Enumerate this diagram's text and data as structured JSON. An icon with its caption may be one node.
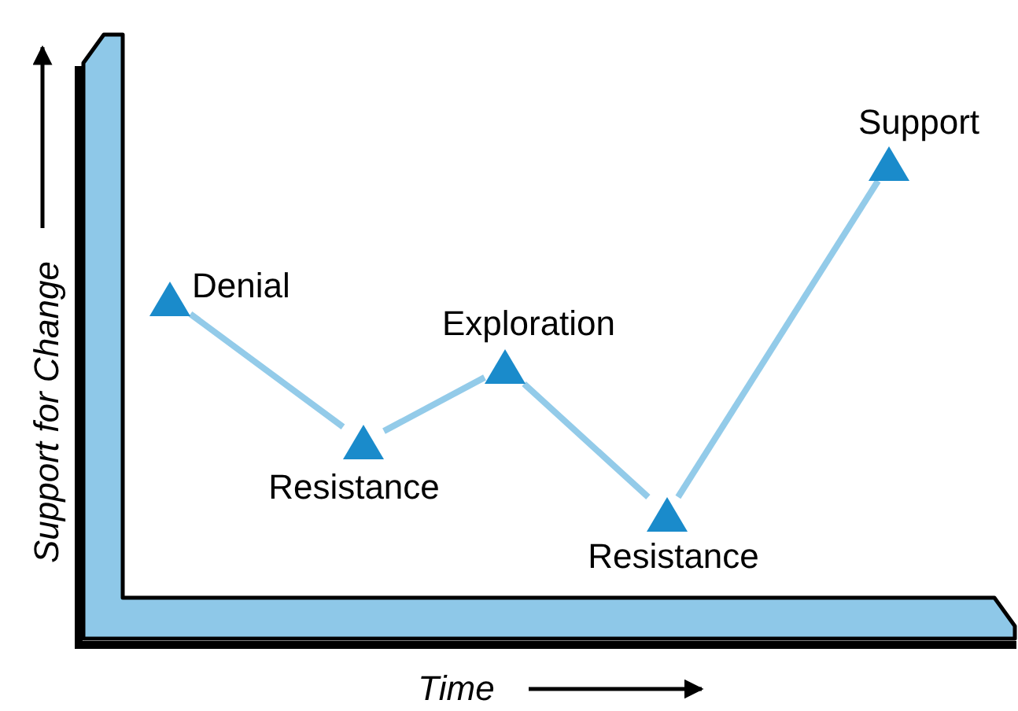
{
  "diagram": {
    "nodes": [
      {
        "text": [],
        "shape": "triangle",
        "beside": [
          "Denial"
        ]
      },
      {
        "text": [],
        "shape": "triangle",
        "beside": [
          "Resistance"
        ]
      },
      {
        "text": [],
        "shape": "triangle",
        "beside": [
          "Exploration"
        ]
      },
      {
        "text": [],
        "shape": "triangle",
        "beside": [
          "Resistance"
        ]
      },
      {
        "text": [],
        "shape": "triangle",
        "beside": [
          "Support"
        ]
      }
    ],
    "edges": [
      {
        "from": 0,
        "to": 1,
        "arrow": "none"
      },
      {
        "from": 1,
        "to": 2,
        "arrow": "none"
      },
      {
        "from": 2,
        "to": 3,
        "arrow": "none"
      },
      {
        "from": 3,
        "to": 4,
        "arrow": "none"
      }
    ],
    "labels": [
      "Support for Change",
      "Time"
    ]
  }
}
